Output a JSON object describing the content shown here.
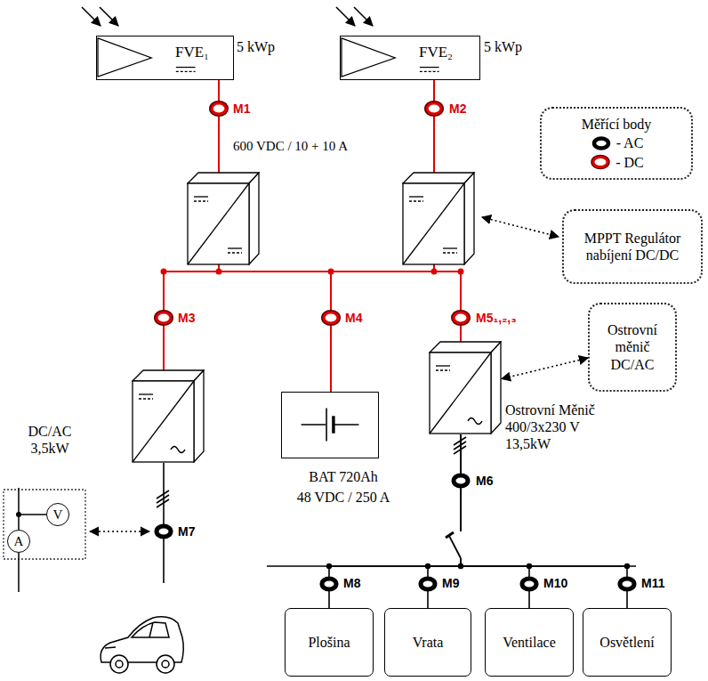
{
  "diagram": {
    "nodes": [
      {
        "text": [
          "FVE₁",
          "5 kWp"
        ]
      },
      {
        "text": [
          "FVE₂",
          "5 kWp"
        ]
      },
      {
        "text": [
          "Měřící body"
        ]
      },
      {
        "text": [
          "MPPT Regulátor nabíjení DC/DC"
        ]
      },
      {
        "text": [
          "Ostrovní měnič DC/AC"
        ]
      },
      {
        "text": [
          "DC/AC 3,5kW"
        ]
      },
      {
        "text": [
          "BAT 720Ah",
          "48 VDC / 250 A"
        ]
      },
      {
        "text": [
          "Ostrovní Měnič 400/3x230 V 13,5kW"
        ]
      },
      {
        "text": [
          "V"
        ]
      },
      {
        "text": [
          "A"
        ]
      },
      {
        "text": [
          "Plošina"
        ]
      },
      {
        "text": [
          "Vrata"
        ]
      },
      {
        "text": [
          "Ventilace"
        ]
      },
      {
        "text": [
          "Osvětlení"
        ]
      }
    ],
    "edges": [
      {
        "from": 7,
        "to": 10,
        "arrow": "none"
      },
      {
        "from": 7,
        "to": 11,
        "arrow": "none"
      },
      {
        "from": 7,
        "to": 12,
        "arrow": "none"
      },
      {
        "from": 7,
        "to": 13,
        "arrow": "none"
      },
      {
        "from": 4,
        "to": 7,
        "arrow": "both"
      }
    ],
    "labels": [
      "M1",
      "M2",
      "600 VDC / 10 + 10 A",
      "M3",
      "M4",
      "M5₁,₂,₃",
      "M6",
      "M7",
      "M8",
      "M9",
      "M10",
      "M11"
    ],
    "legend": [
      {
        "text": "- AC"
      },
      {
        "text": "- DC"
      }
    ]
  }
}
